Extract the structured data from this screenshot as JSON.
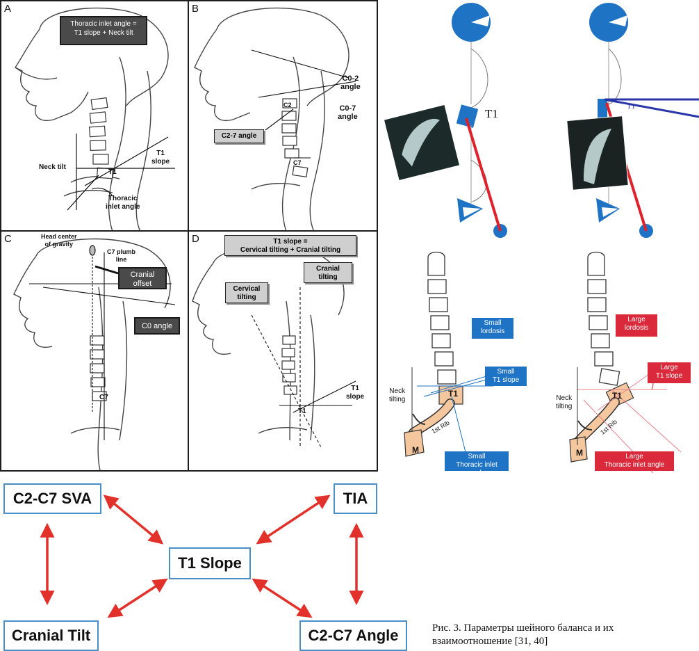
{
  "panels": {
    "A": {
      "letter": "A",
      "callout": [
        "Thoracic inlet angle =",
        "T1 slope + Neck tilt"
      ],
      "neck_tilt": "Neck tilt",
      "t1_slope": [
        "T1",
        "slope"
      ],
      "t1": "T1",
      "thoracic_inlet": [
        "Thoracic",
        "inlet angle"
      ]
    },
    "B": {
      "letter": "B",
      "c02": [
        "C0-2",
        "angle"
      ],
      "c07": [
        "C0-7",
        "angle"
      ],
      "c2": "C2",
      "c27": "C2-7 angle",
      "c7": "C7"
    },
    "C": {
      "letter": "C",
      "head_cog": [
        "Head center",
        "of gravity"
      ],
      "plumb": [
        "C7 plumb",
        "line"
      ],
      "cranial_offset": [
        "Cranial",
        "offset"
      ],
      "c0_angle": "C0 angle",
      "c7": "C7"
    },
    "D": {
      "letter": "D",
      "t1_slope_eq": [
        "T1 slope =",
        "Cervical tilting + Cranial tilting"
      ],
      "cranial_tilting": [
        "Cranial",
        "tilting"
      ],
      "cervical_tilting": [
        "Cervical",
        "tilting"
      ],
      "t1_slope": [
        "T1",
        "slope"
      ],
      "t1": "T1"
    }
  },
  "top_right": {
    "t1_left": "T1",
    "t1_right": "T1"
  },
  "spine_compare": {
    "small_lordosis": [
      "Small",
      "lordosis"
    ],
    "small_t1": [
      "Small",
      "T1 slope"
    ],
    "small_tia": [
      "Small",
      "Thoracic inlet angle"
    ],
    "large_lordosis": [
      "Large",
      "lordosis"
    ],
    "large_t1": [
      "Large",
      "T1 slope"
    ],
    "large_tia": [
      "Large",
      "Thoracic inlet angle"
    ],
    "neck_tilting": [
      "Neck",
      "tilting"
    ],
    "t1": "T1",
    "rib": "1st Rib",
    "m": "M",
    "colors": {
      "blue": "#1f73c4",
      "red": "#d9293b",
      "body": "#f5c79e"
    }
  },
  "relation_diagram": {
    "nodes": {
      "c2c7_sva": "C2-C7 SVA",
      "tia": "TIA",
      "t1_slope": "T1 Slope",
      "cranial_tilt": "Cranial Tilt",
      "c2c7_angle": "C2-C7 Angle"
    },
    "arrow_color": "#e2302a",
    "border_color": "#4b8fc9"
  },
  "caption": [
    "Рис. 3. Параметры шейного баланса и их",
    "взаимоотношение [31, 40]"
  ]
}
